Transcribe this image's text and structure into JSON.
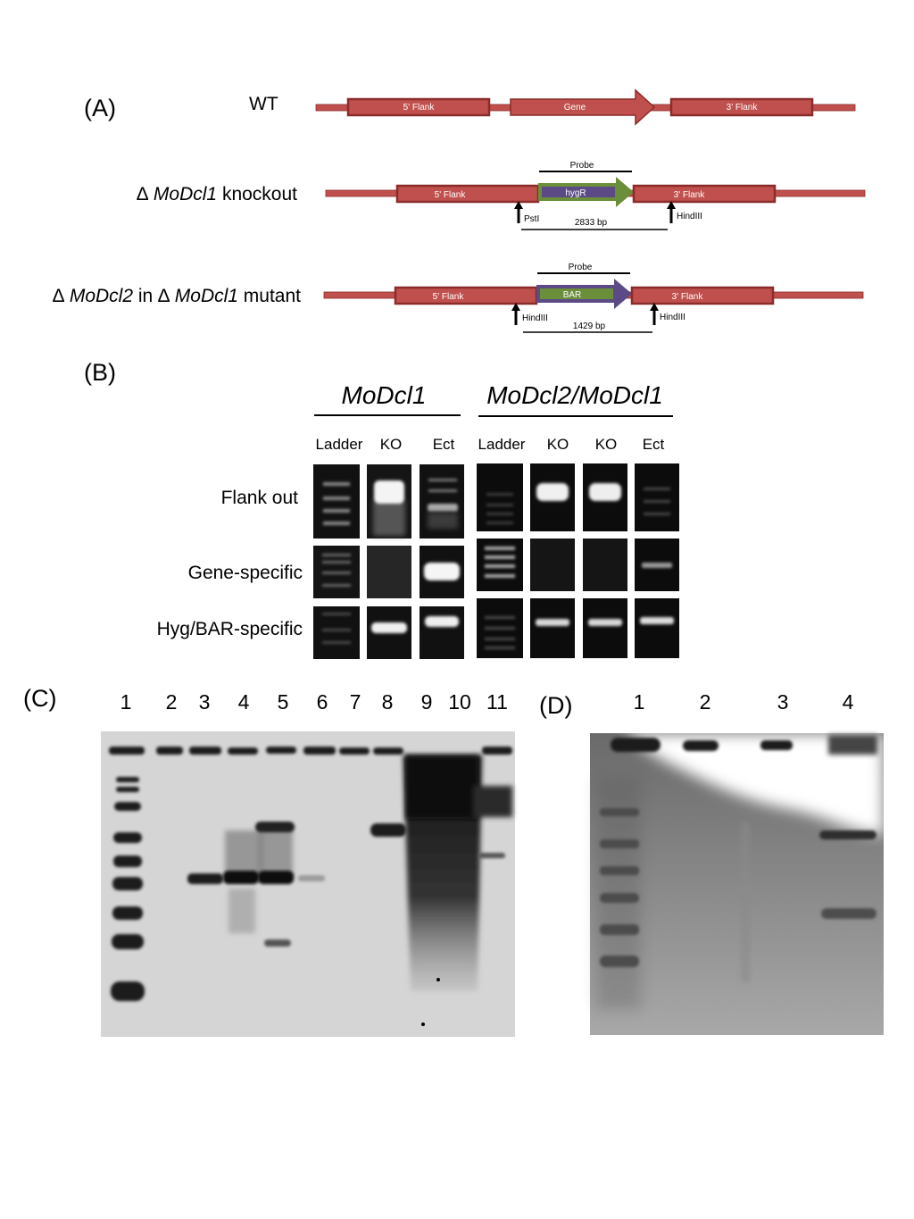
{
  "panel_a": {
    "label": "(A)",
    "wt": {
      "label": "WT",
      "segments": [
        "5' Flank",
        "Gene",
        "3' Flank"
      ]
    },
    "ko1": {
      "label_symbol": "∆",
      "label_gene": "MoDcl1",
      "label_rest": "knockout",
      "probe": "Probe",
      "segments": [
        "5' Flank",
        "hygR",
        "3' Flank"
      ],
      "site_left": "PstI",
      "site_right": "HindIII",
      "fragment": "2833 bp"
    },
    "ko2": {
      "label_symbol1": "∆",
      "label_gene1": "MoDcl2",
      "label_mid": "in",
      "label_symbol2": "∆",
      "label_gene2": "MoDcl1",
      "label_rest": "mutant",
      "probe": "Probe",
      "segments": [
        "5' Flank",
        "BAR",
        "3' Flank"
      ],
      "site_left": "HindIII",
      "site_right": "HindIII",
      "fragment": "1429 bp"
    },
    "colors": {
      "chromosome": "#c0504d",
      "chromosome_edge": "#8b2c2a",
      "hygR": "#5b4a86",
      "BAR": "#6b8e3a"
    }
  },
  "panel_b": {
    "label": "(B)",
    "group1": {
      "title": "MoDcl1",
      "columns": [
        "Ladder",
        "KO",
        "Ect"
      ]
    },
    "group2": {
      "title": "MoDcl2/MoDcl1",
      "columns": [
        "Ladder",
        "KO",
        "KO",
        "Ect"
      ]
    },
    "rows": [
      "Flank out",
      "Gene-specific",
      "Hyg/BAR-specific"
    ]
  },
  "panel_c": {
    "label": "(C)",
    "lanes": [
      "1",
      "2",
      "3",
      "4",
      "5",
      "6",
      "7",
      "8",
      "9",
      "10",
      "11"
    ]
  },
  "panel_d": {
    "label": "(D)",
    "lanes": [
      "1",
      "2",
      "3",
      "4"
    ]
  }
}
